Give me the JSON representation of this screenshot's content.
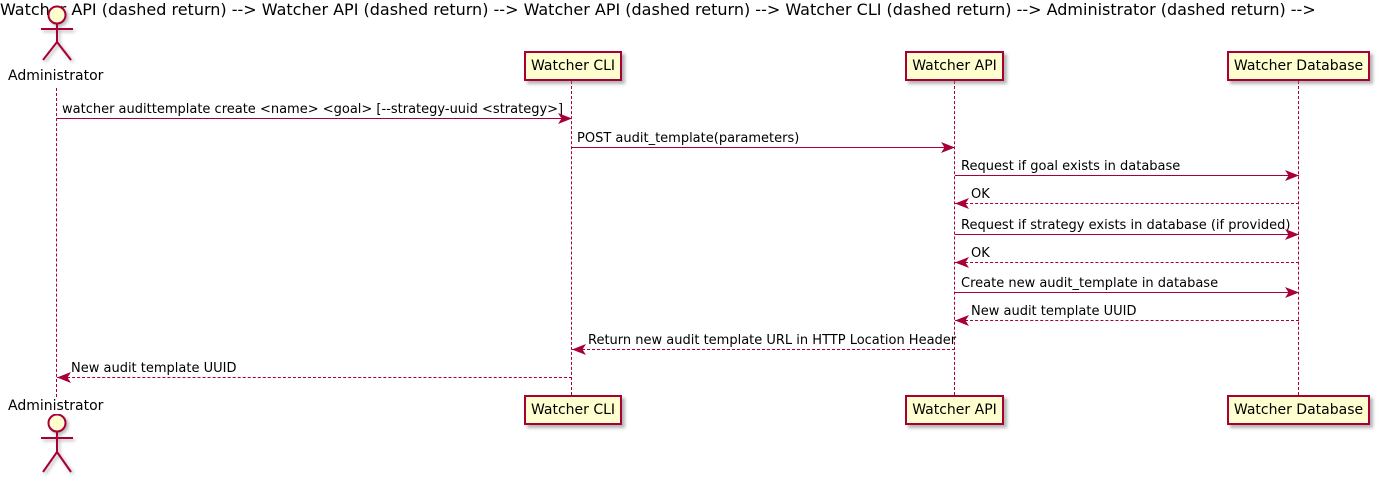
{
  "diagram": {
    "type": "plantuml-sequence",
    "colors": {
      "line": "#A80036",
      "box_fill": "#FEFECE",
      "text": "#000000",
      "background": "#ffffff"
    },
    "actors": {
      "administrator": "Administrator"
    },
    "participants": [
      {
        "label": "Watcher CLI"
      },
      {
        "label": "Watcher API"
      },
      {
        "label": "Watcher Database"
      }
    ],
    "messages": [
      {
        "from": "Administrator",
        "to": "Watcher CLI",
        "style": "solid",
        "text": "watcher audittemplate create <name> <goal> [--strategy-uuid <strategy>]"
      },
      {
        "from": "Watcher CLI",
        "to": "Watcher API",
        "style": "solid",
        "text": "POST audit_template(parameters)"
      },
      {
        "from": "Watcher API",
        "to": "Watcher Database",
        "style": "solid",
        "text": "Request if goal exists in database"
      },
      {
        "from": "Watcher Database",
        "to": "Watcher API",
        "style": "dashed",
        "text": "OK"
      },
      {
        "from": "Watcher API",
        "to": "Watcher Database",
        "style": "solid",
        "text": "Request if strategy exists in database (if provided)"
      },
      {
        "from": "Watcher Database",
        "to": "Watcher API",
        "style": "dashed",
        "text": "OK"
      },
      {
        "from": "Watcher API",
        "to": "Watcher Database",
        "style": "solid",
        "text": "Create new audit_template in database"
      },
      {
        "from": "Watcher Database",
        "to": "Watcher API",
        "style": "dashed",
        "text": "New audit template UUID"
      },
      {
        "from": "Watcher API",
        "to": "Watcher CLI",
        "style": "dashed",
        "text": "Return new audit template URL in HTTP Location Header"
      },
      {
        "from": "Watcher CLI",
        "to": "Administrator",
        "style": "dashed",
        "text": "New audit template UUID"
      }
    ]
  }
}
